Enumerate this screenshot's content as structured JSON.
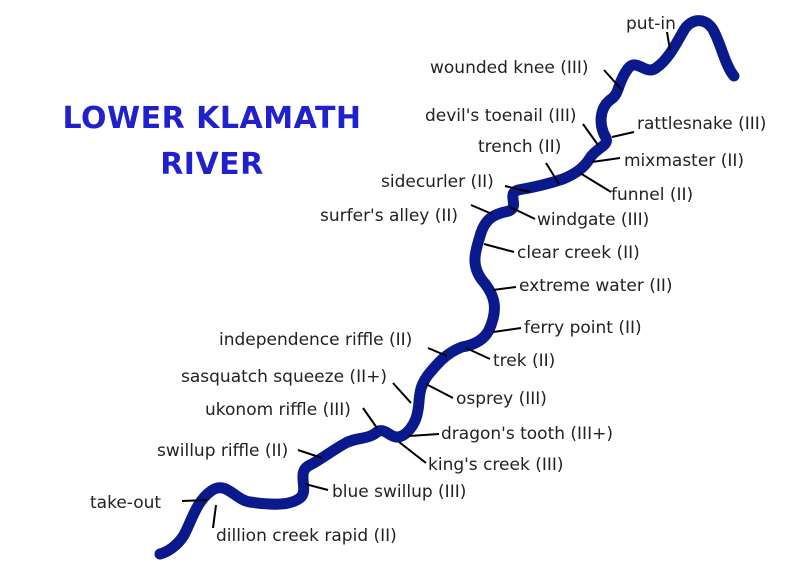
{
  "map": {
    "title_line1": "LOWER KLAMATH",
    "title_line2": "RIVER",
    "colors": {
      "river": "#0a1a8c",
      "title": "#2020cc",
      "label": "#222222",
      "leader": "#000000"
    },
    "labels": {
      "put_in": "put-in",
      "wounded_knee": "wounded knee (III)",
      "devils_toenail": "devil's toenail (III)",
      "rattlesnake": "rattlesnake (III)",
      "trench": "trench (II)",
      "mixmaster": "mixmaster (II)",
      "sidecurler": "sidecurler (II)",
      "funnel": "funnel (II)",
      "surfers_alley": "surfer's alley (II)",
      "windgate": "windgate (III)",
      "clear_creek": "clear creek (II)",
      "extreme_water": "extreme water (II)",
      "ferry_point": "ferry point (II)",
      "independence_riffle": "independence riffle (II)",
      "trek": "trek (II)",
      "sasquatch_squeeze": "sasquatch squeeze (II+)",
      "osprey": "osprey (III)",
      "ukonom_riffle": "ukonom riffle (III)",
      "dragons_tooth": "dragon's tooth (III+)",
      "swillup_riffle": "swillup riffle (II)",
      "kings_creek": "king's creek (III)",
      "blue_swillup": "blue swillup (III)",
      "take_out": "take-out",
      "dillion_creek_rapid": "dillion creek rapid (II)"
    }
  }
}
